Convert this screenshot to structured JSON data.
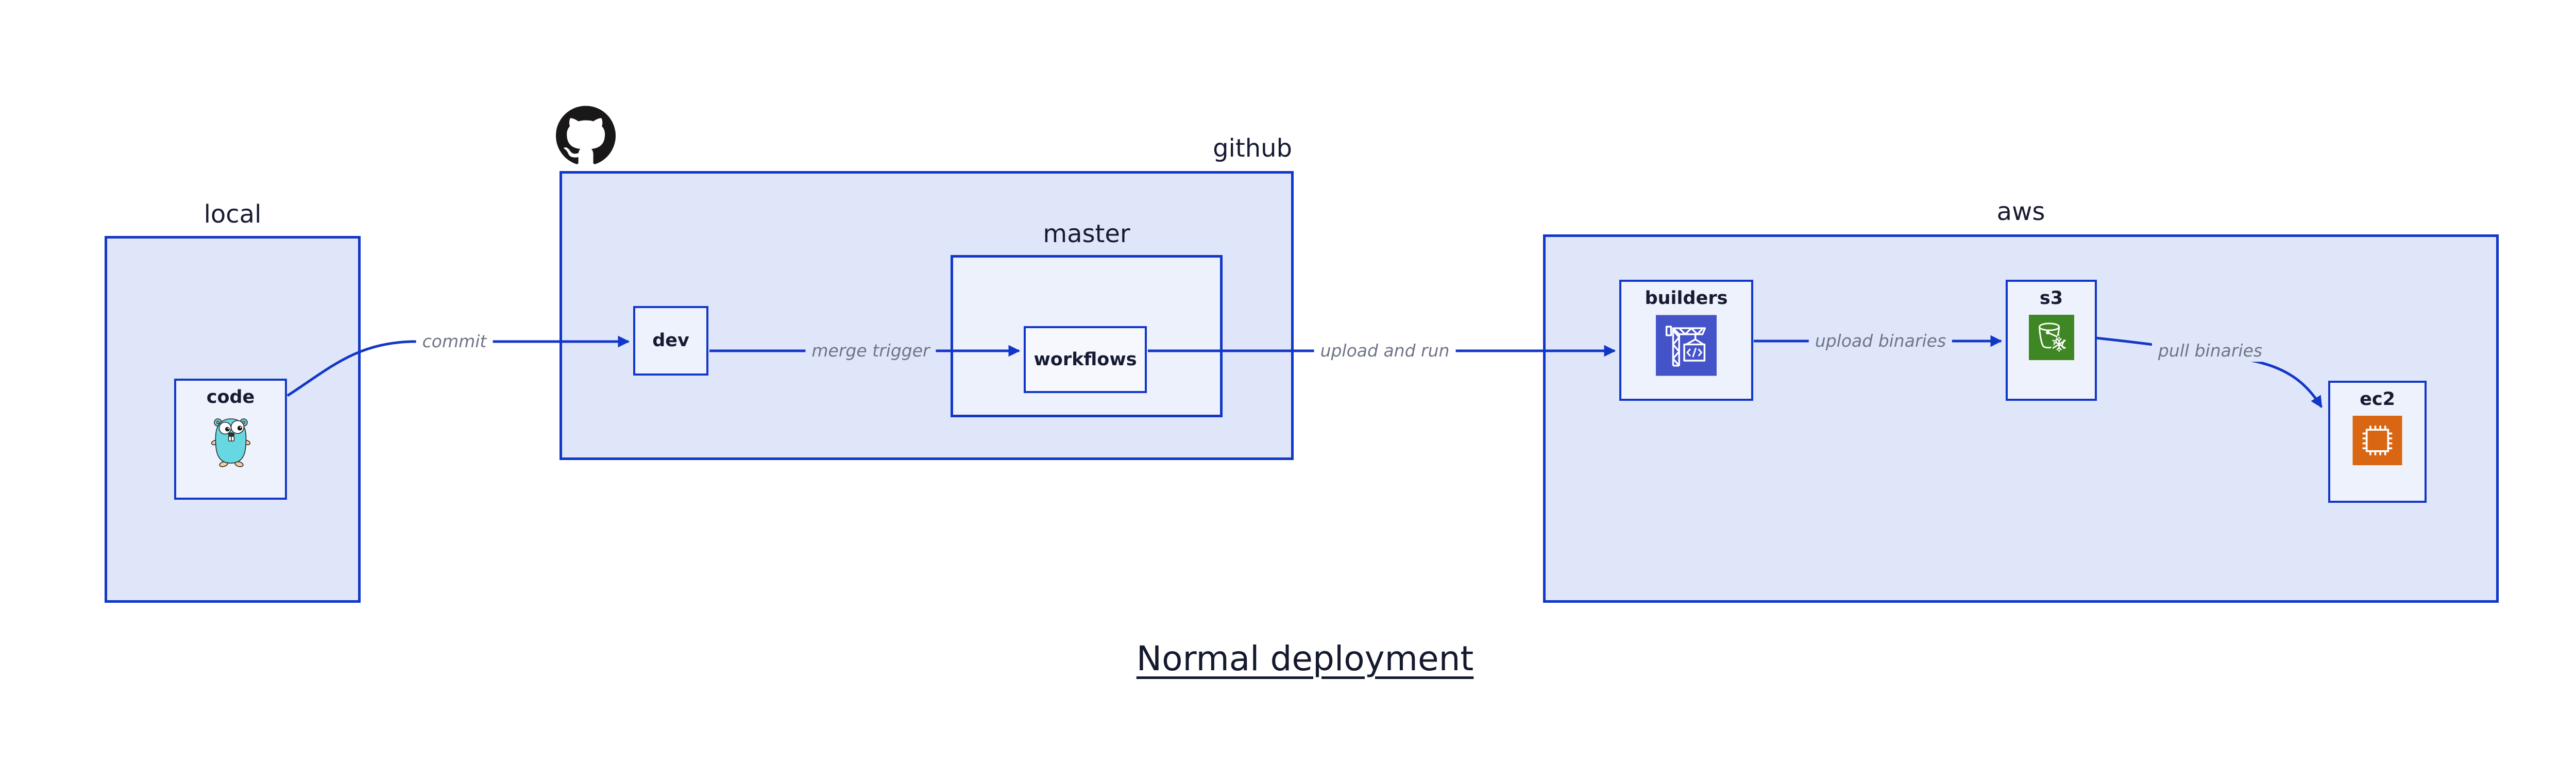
{
  "diagram_title": "Normal deployment",
  "groups": {
    "local": {
      "label": "local"
    },
    "github": {
      "label": "github"
    },
    "master": {
      "label": "master"
    },
    "aws": {
      "label": "aws"
    }
  },
  "nodes": {
    "code": {
      "label": "code",
      "icon": "go-gopher"
    },
    "dev": {
      "label": "dev"
    },
    "workflows": {
      "label": "workflows"
    },
    "builders": {
      "label": "builders",
      "icon": "aws-codebuild-crane"
    },
    "s3": {
      "label": "s3",
      "icon": "aws-s3-glacier-bucket"
    },
    "ec2": {
      "label": "ec2",
      "icon": "aws-ec2-chip"
    }
  },
  "edges": {
    "commit": {
      "label": "commit",
      "from": "code",
      "to": "dev"
    },
    "merge_trigger": {
      "label": "merge trigger",
      "from": "dev",
      "to": "workflows"
    },
    "upload_and_run": {
      "label": "upload and run",
      "from": "workflows",
      "to": "builders"
    },
    "upload_binaries": {
      "label": "upload binaries",
      "from": "builders",
      "to": "s3"
    },
    "pull_binaries": {
      "label": "pull binaries",
      "from": "s3",
      "to": "ec2"
    }
  },
  "icons": {
    "github_logo": "github-octocat-mark"
  },
  "colors": {
    "canvas_bg": "#ffffff",
    "group_fill": "#e0e6f9",
    "master_fill": "#edf1fb",
    "node_fill": "#eef2fc",
    "workflows_fill": "#f6f8fe",
    "stroke_blue": "#1237c8",
    "label_navy": "#161b33",
    "edge_label_gray": "#6f7588",
    "codebuild_indigo": "#4553c9",
    "s3_green": "#3f8624",
    "ec2_orange": "#d86613",
    "gopher_teal": "#67d7e1",
    "octocat_black": "#191717"
  }
}
